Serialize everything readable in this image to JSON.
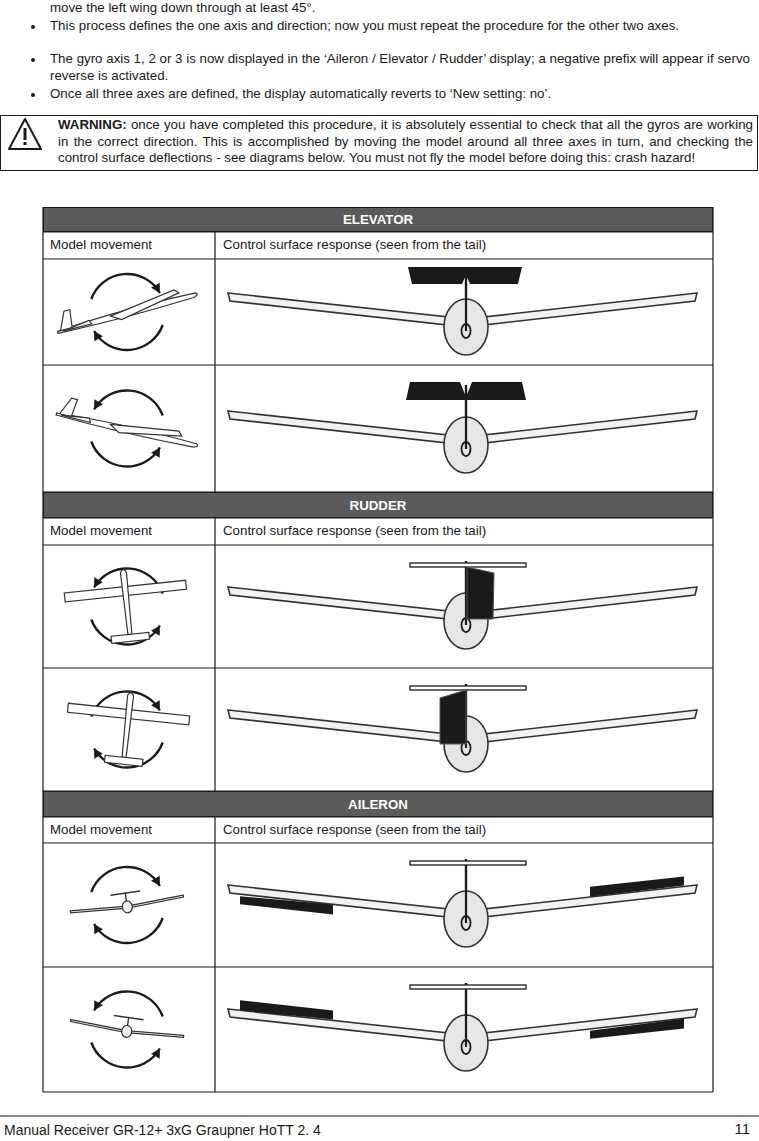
{
  "diagram": {
    "nodes": [
      {
        "text": [
          "WARNING:",
          "once you have completed this procedure, it is absolutely essential to check that all the gyros are working in the correct direction. This is accomplished by moving the model around all three axes in turn, and checking the control surface deflections - see diagrams below. You must not fly the model before doing this: crash hazard!"
        ]
      },
      {
        "text": [
          "ELEVATOR"
        ]
      },
      {
        "text": [
          "RUDDER"
        ]
      },
      {
        "text": [
          "AILERON"
        ]
      }
    ],
    "labels": [
      "move the left wing down through at least 45°.",
      "This process defines the one axis and direction; now you must repeat the procedure for the other two axes.",
      "The gyro axis 1, 2 or 3 is now displayed in the ‘Aileron / Elevator / Rudder’ display; a negative prefix will appear if servo reverse is activated.",
      "Once all three axes are defined, the display automatically reverts to ‘New setting: no’.",
      "Model movement",
      "Control surface response (seen from the tail)",
      "Model movement",
      "Control surface response (seen from the tail)",
      "Model movement",
      "Control surface response (seen from the tail)",
      "Manual Receiver GR-12+ 3xG Graupner HoTT 2. 4",
      "11"
    ]
  }
}
